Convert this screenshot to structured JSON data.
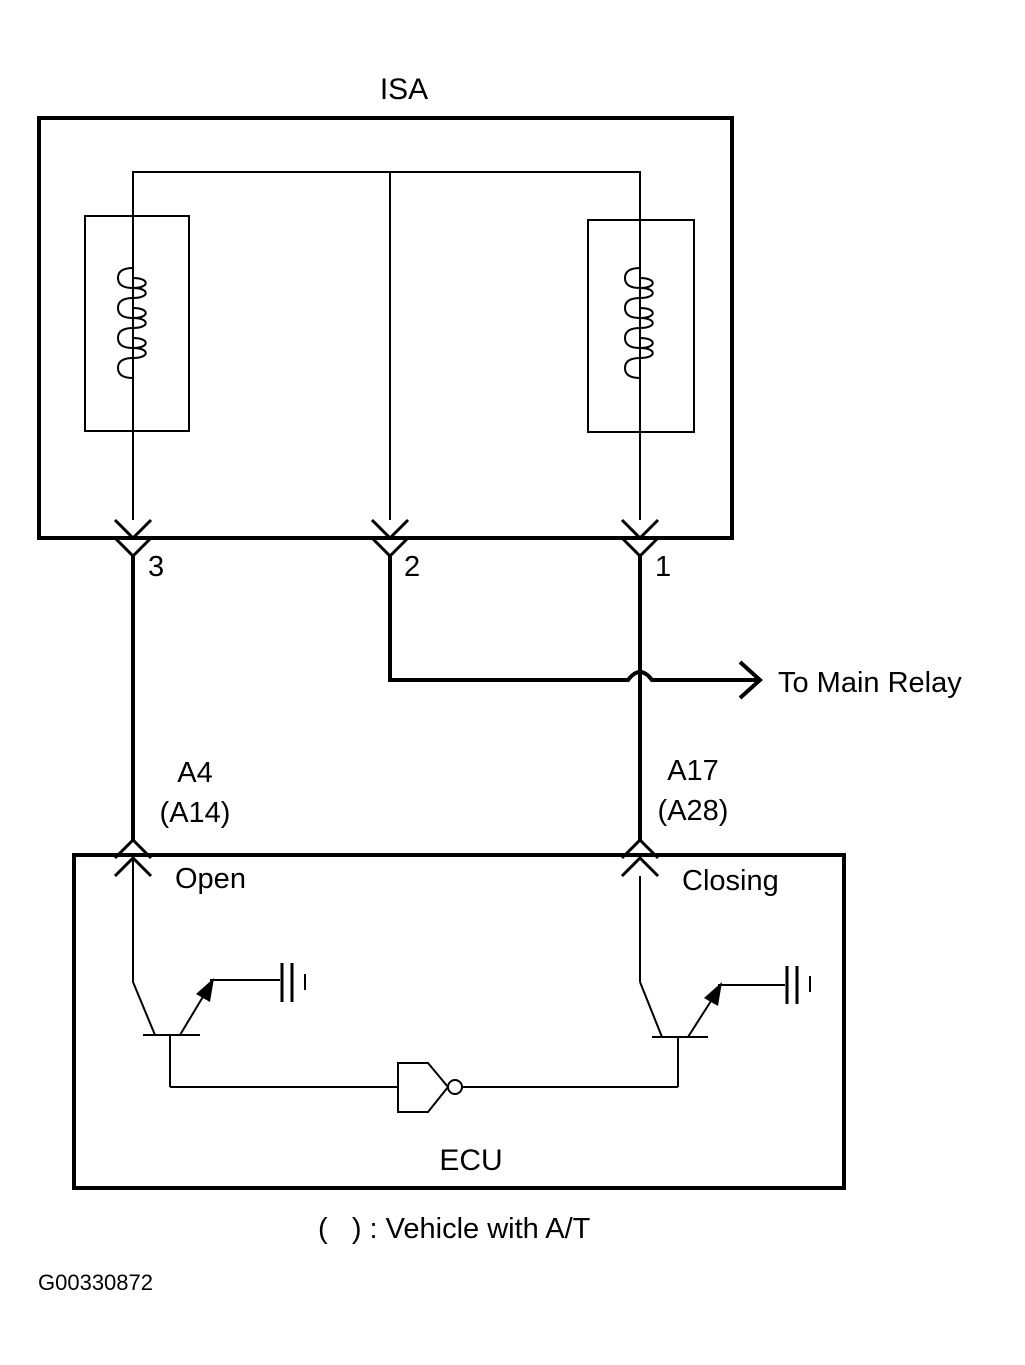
{
  "isa": {
    "label": "ISA"
  },
  "ecu": {
    "label": "ECU"
  },
  "terminals": {
    "t3": "3",
    "t2": "2",
    "t1": "1"
  },
  "relay": {
    "label": "To Main Relay"
  },
  "connectors": {
    "left": {
      "mt": "A4",
      "at": "(A14)"
    },
    "right": {
      "mt": "A17",
      "at": "(A28)"
    }
  },
  "signals": {
    "open": "Open",
    "closing": "Closing"
  },
  "note": "(   ) : Vehicle with A/T",
  "figure_id": "G00330872"
}
